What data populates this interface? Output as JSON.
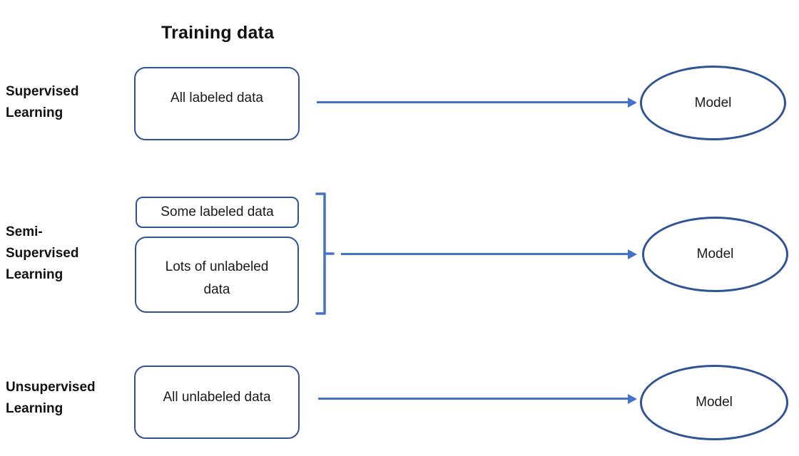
{
  "diagram": {
    "title": "Training data",
    "rows": [
      {
        "label": "Supervised\nLearning",
        "boxes": [
          "All labeled data"
        ],
        "model": "Model"
      },
      {
        "label": "Semi-\nSupervised\nLearning",
        "boxes": [
          "Some labeled data",
          "Lots of unlabeled data"
        ],
        "model": "Model"
      },
      {
        "label": "Unsupervised\nLearning",
        "boxes": [
          "All unlabeled data"
        ],
        "model": "Model"
      }
    ],
    "colors": {
      "shape_border": "#2F5496",
      "arrow": "#4472C4",
      "text": "#111111",
      "background": "#ffffff"
    }
  }
}
